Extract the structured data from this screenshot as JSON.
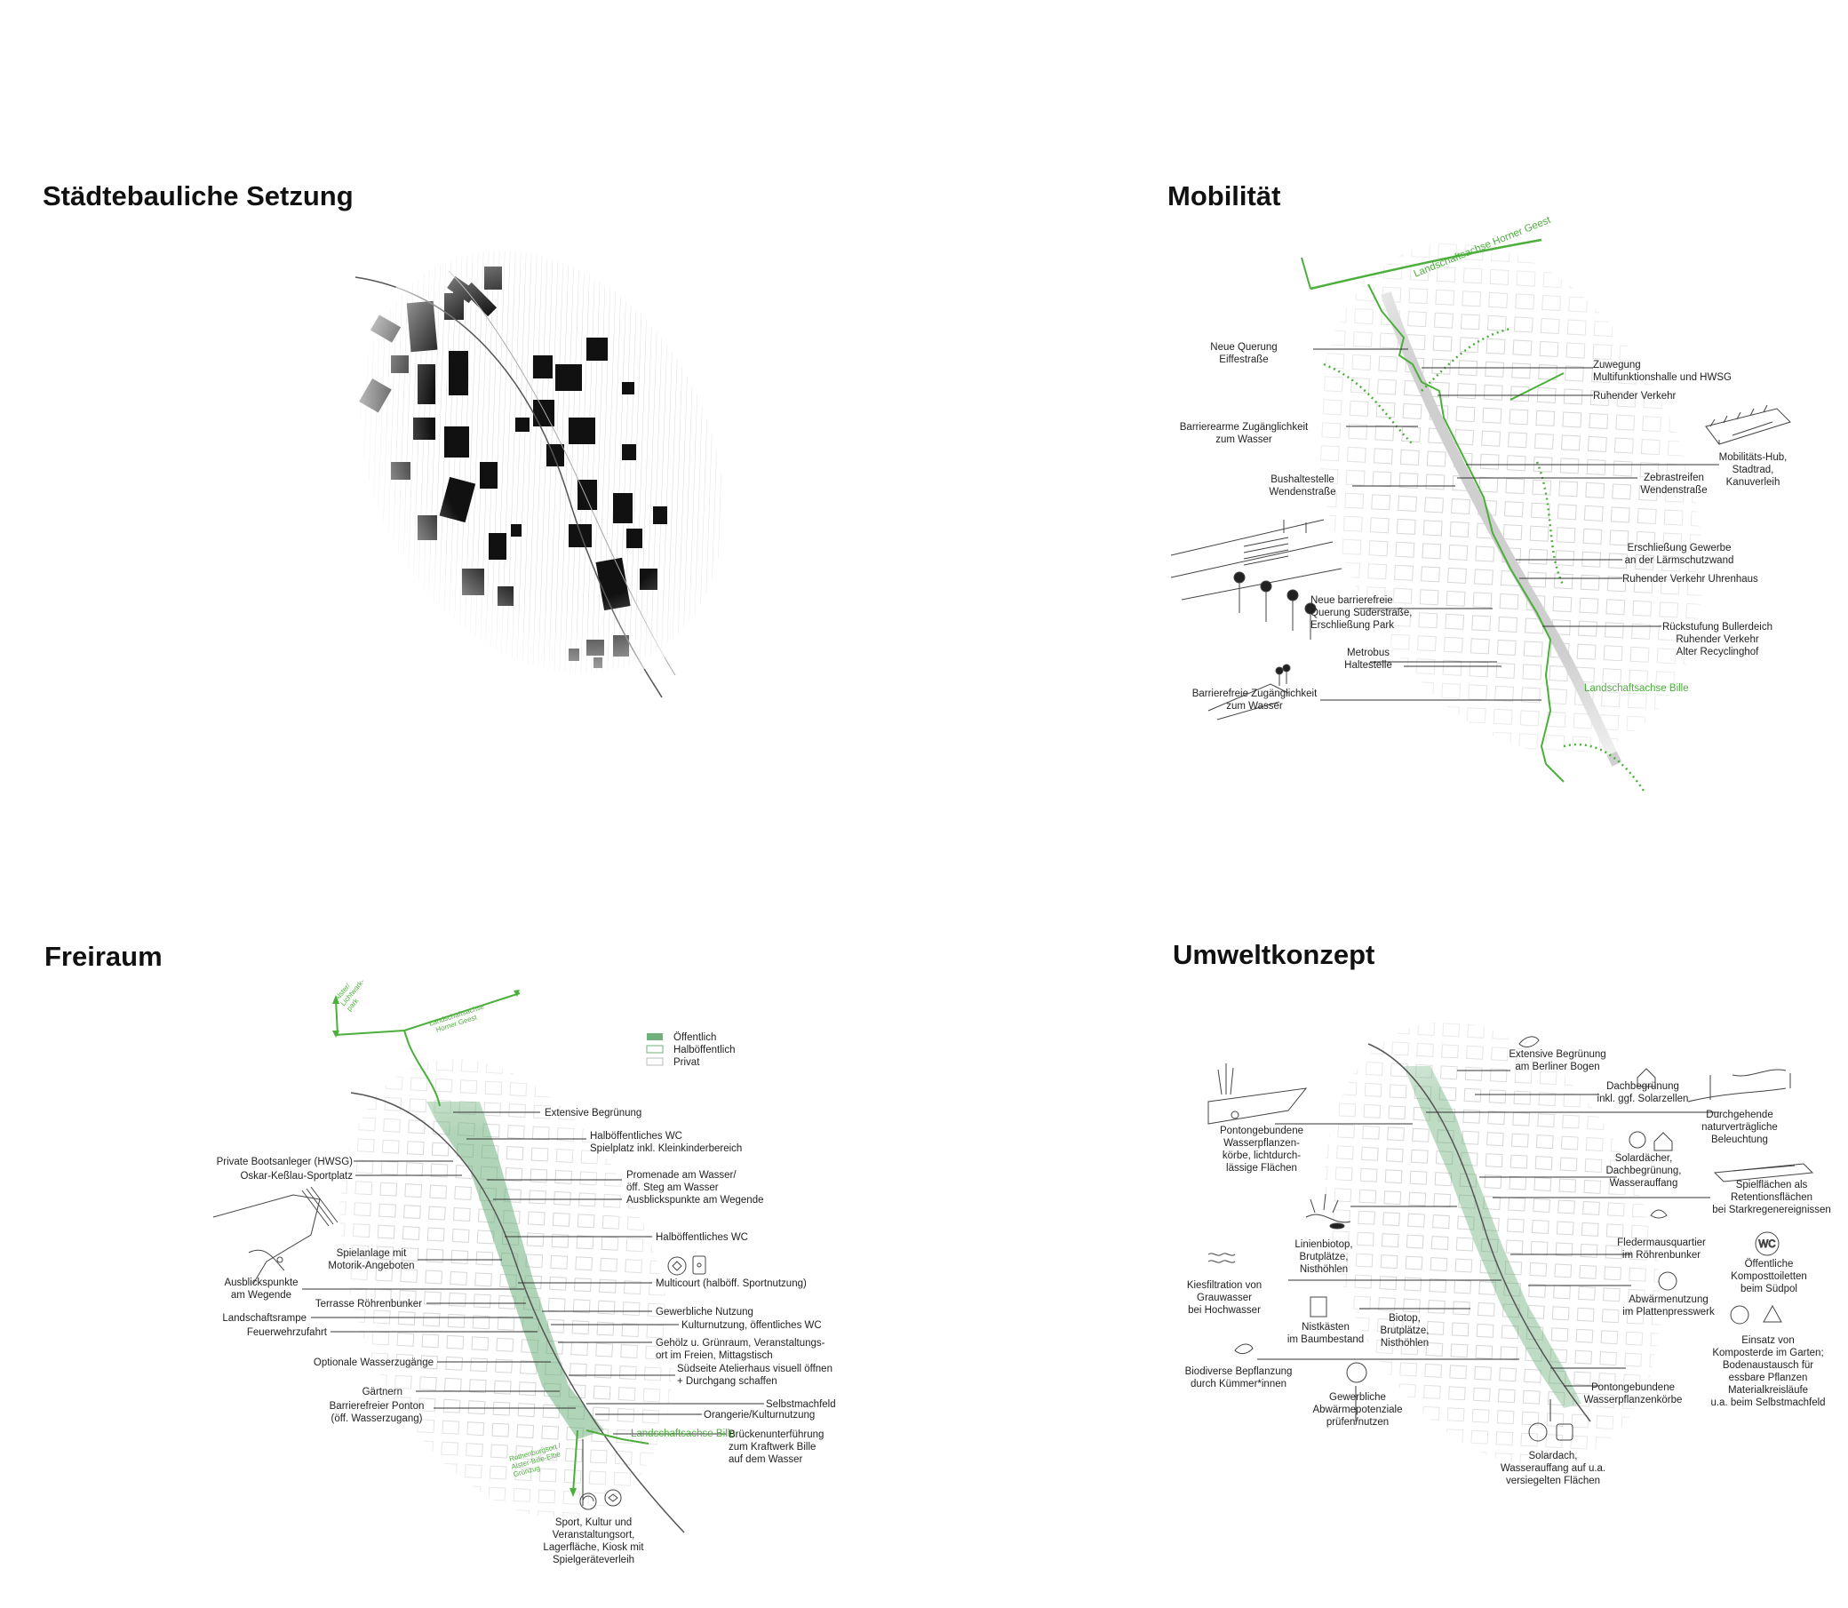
{
  "colors": {
    "green": "#4caf3c",
    "green_fill": "#6fb07c",
    "black": "#111111",
    "grey": "#bdbdbd"
  },
  "panels": {
    "staedtebau": {
      "title": "Städtebauliche Setzung"
    },
    "mobilitaet": {
      "title": "Mobilität",
      "labels": {
        "landschaftsachse_horner": "Landschaftsachse Horner Geest",
        "neue_querung": [
          "Neue Querung",
          "Eiffestraße"
        ],
        "zuwegung": [
          "Zuwegung",
          "Multifunktionshalle und HWSG"
        ],
        "ruhender_verkehr": "Ruhender Verkehr",
        "barrierearme": [
          "Barrierearme Zugänglichkeit",
          "zum Wasser"
        ],
        "mobilitaets_hub": [
          "Mobilitäts-Hub,",
          "Stadtrad,",
          "Kanuverleih"
        ],
        "bushaltestelle": [
          "Bushaltestelle",
          "Wendenstraße"
        ],
        "zebrastreifen": [
          "Zebrastreifen",
          "Wendenstraße"
        ],
        "erschliessung": [
          "Erschließung Gewerbe",
          "an der Lärmschutzwand"
        ],
        "ruhender_uhrenhaus": "Ruhender Verkehr Uhrenhaus",
        "neue_barrierefreie": [
          "Neue barrierefreie",
          "Querung Süderstraße,",
          "Erschließung Park"
        ],
        "rueckstufung": [
          "Rückstufung Bullerdeich",
          "Ruhender Verkehr",
          "Alter Recyclinghof"
        ],
        "metrobus": [
          "Metrobus",
          "Haltestelle"
        ],
        "barrierefreie": [
          "Barrierefreie Zugänglichkeit",
          "zum Wasser"
        ],
        "landschaftsachse_bille": "Landschaftsachse Bille"
      }
    },
    "freiraum": {
      "title": "Freiraum",
      "legend": [
        "Öffentlich",
        "Halböffentlich",
        "Privat"
      ],
      "labels": {
        "alster": [
          "Alster/",
          "Lichtwark-",
          "park"
        ],
        "landschaftsachse_horner": [
          "Landschaftsachse",
          "Horner Geest"
        ],
        "extensive": "Extensive Begrünung",
        "halboeff_wc_spielplatz": [
          "Halböffentliches WC",
          "Spielplatz inkl. Kleinkinderbereich"
        ],
        "private_boot": "Private Bootsanleger (HWSG)",
        "oskar": "Oskar-Keßlau-Sportplatz",
        "promenade": [
          "Promenade am Wasser/",
          "öff. Steg am Wasser"
        ],
        "ausblick_wegende": "Ausblickspunkte am Wegende",
        "halboeff_wc": "Halböffentliches WC",
        "spielanlage": [
          "Spielanlage mit",
          "Motorik-Angeboten"
        ],
        "multicourt": "Multicourt (halböff. Sportnutzung)",
        "ausblick": [
          "Ausblickspunkte",
          "am Wegende"
        ],
        "terrasse": "Terrasse Röhrenbunker",
        "gewerbliche": "Gewerbliche Nutzung",
        "landschaftsrampe": "Landschaftsrampe",
        "kultur": "Kulturnutzung, öffentliches WC",
        "feuerwehr": "Feuerwehrzufahrt",
        "gehoelz": [
          "Gehölz u. Grünraum, Veranstaltungs-",
          "ort im Freien, Mittagstisch"
        ],
        "optionale": "Optionale Wasserzugänge",
        "suedseite": [
          "Südseite Atelierhaus visuell öffnen",
          "+ Durchgang schaffen"
        ],
        "gaertnern": "Gärtnern",
        "selbstmachfeld": "Selbstmachfeld",
        "ponton": [
          "Barrierefreier Ponton",
          "(öff. Wasserzugang)"
        ],
        "orangerie": "Orangerie/Kulturnutzung",
        "landschaftsachse_bille": "Landschaftsachse Bille",
        "bruecke": [
          "Brückenunterführung",
          "zum Kraftwerk Bille",
          "auf dem Wasser"
        ],
        "rothenburgsort": [
          "Rothenburgsort /",
          "Alster-Bille-Elbe",
          "Grünzug"
        ],
        "sport": [
          "Sport, Kultur und",
          "Veranstaltungsort,",
          "Lagerfläche, Kiosk mit",
          "Spielgeräteverleih"
        ]
      }
    },
    "umwelt": {
      "title": "Umweltkonzept",
      "labels": {
        "extensive_berliner": [
          "Extensive Begrünung",
          "am Berliner Bogen"
        ],
        "dachbegruenung": [
          "Dachbegrünung",
          "inkl. ggf. Solarzellen"
        ],
        "durchgehende": [
          "Durchgehende",
          "naturverträgliche",
          "Beleuchtung"
        ],
        "pontongebundene": [
          "Pontongebundene",
          "Wasserpflanzen-",
          "körbe, lichtdurch-",
          "lässige Flächen"
        ],
        "solardaecher": [
          "Solardächer,",
          "Dachbegrünung,",
          "Wasserauffang"
        ],
        "spielflaechen": [
          "Spielflächen als",
          "Retentionsflächen",
          "bei Starkregenereignissen"
        ],
        "linienbiotop": [
          "Linienbiotop,",
          "Brutplätze,",
          "Nisthöhlen"
        ],
        "fledermaus": [
          "Fledermausquartier",
          "im Röhrenbunker"
        ],
        "wc": "WC",
        "kompost": [
          "Öffentliche",
          "Komposttoiletten",
          "beim Südpol"
        ],
        "kiesfiltration": [
          "Kiesfiltration von",
          "Grauwasser",
          "bei Hochwasser"
        ],
        "abwaerme": [
          "Abwärmenutzung",
          "im Plattenpresswerk"
        ],
        "nistkaesten": [
          "Nistkästen",
          "im Baumbestand"
        ],
        "biotop": [
          "Biotop,",
          "Brutplätze,",
          "Nisthöhlen"
        ],
        "einsatz": [
          "Einsatz von",
          "Komposterde im Garten;",
          "Bodenaustausch für",
          "essbare Pflanzen",
          "Materialkreisläufe",
          "u.a. beim Selbstmachfeld"
        ],
        "biodiverse": [
          "Biodiverse Bepflanzung",
          "durch Kümmer*innen"
        ],
        "pontongebundene2": [
          "Pontongebundene",
          "Wasserpflanzenkörbe"
        ],
        "gewerbliche": [
          "Gewerbliche",
          "Abwärmepotenziale",
          "prüfen/nutzen"
        ],
        "solardach": [
          "Solardach,",
          "Wasserauffang auf u.a.",
          "versiegelten Flächen"
        ]
      }
    }
  }
}
